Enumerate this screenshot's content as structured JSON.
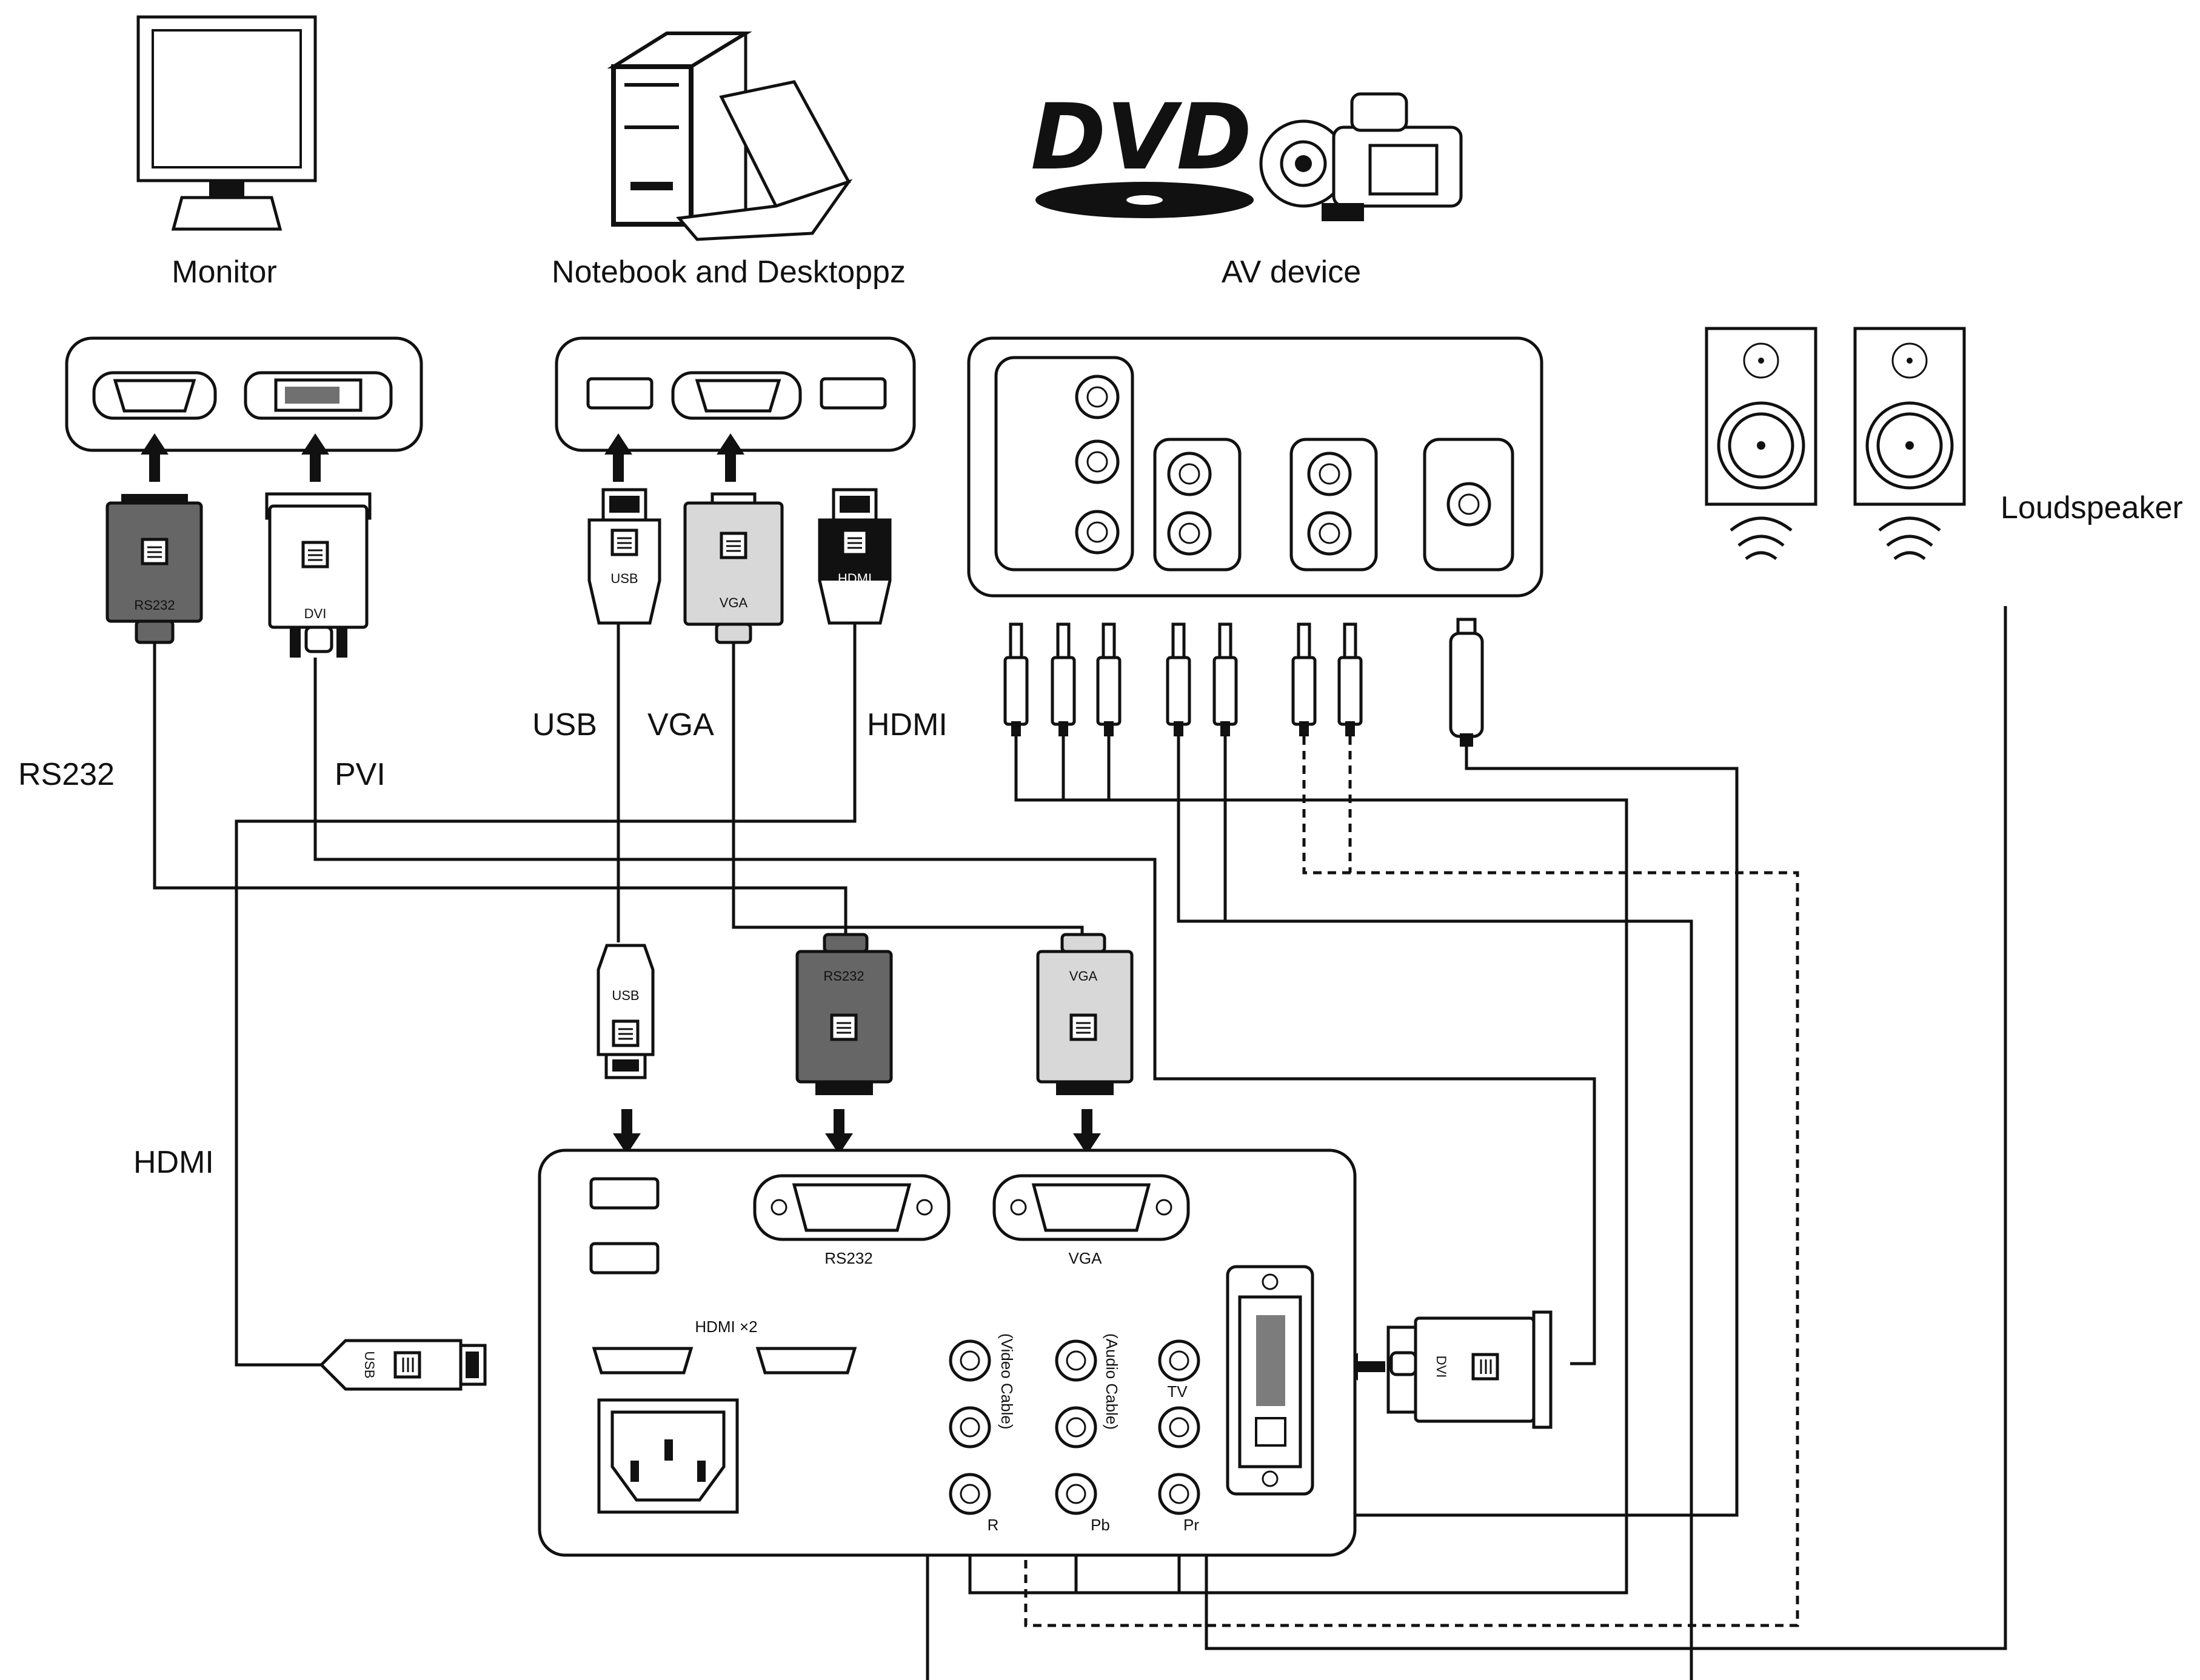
{
  "devices": {
    "monitor_label": "Monitor",
    "computer_label": "Notebook and Desktoppz",
    "av_label": "AV device",
    "dvd_logo_text": "DVD",
    "loudspeaker_label": "Loudspeaker"
  },
  "cable_labels": {
    "rs232": "RS232",
    "pvi": "PVI",
    "usb": "USB",
    "vga": "VGA",
    "hdmi_top": "HDMI",
    "hdmi_left": "HDMI"
  },
  "plug_labels": {
    "monitor_rs232": "RS232",
    "monitor_dvi": "DVI",
    "pc_usb": "USB",
    "pc_vga": "VGA",
    "pc_hdmi": "HDMI",
    "mid_usb": "USB",
    "mid_rs232": "RS232",
    "mid_vga": "VGA",
    "side_usb": "USB",
    "side_dvi": "DVI"
  },
  "panel_labels": {
    "rs232": "RS232",
    "vga": "VGA",
    "hdmi_count": "HDMI ×2",
    "video_cable": "(Video Cable)",
    "audio_cable": "(Audio Cable)",
    "tv": "TV",
    "r": "R",
    "pb": "Pb",
    "pr": "Pr"
  },
  "icons": [
    "monitor-icon",
    "desktop-computer-icon",
    "dvd-logo-icon",
    "camcorder-icon",
    "loudspeaker-icon",
    "arrow-up-icon",
    "arrow-down-icon",
    "arrow-left-icon",
    "power-socket-icon"
  ]
}
